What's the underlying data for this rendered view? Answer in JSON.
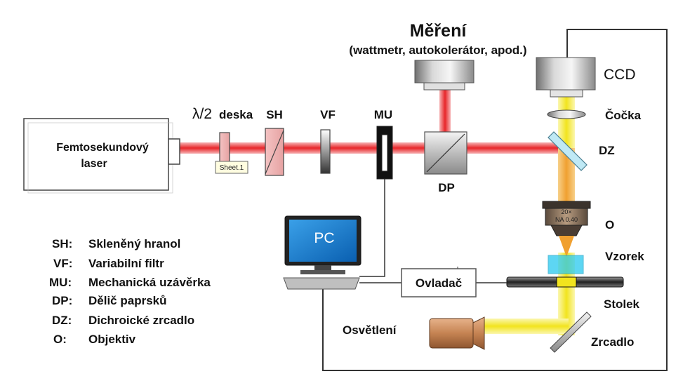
{
  "title": "Měření",
  "subtitle": "(wattmetr, autokolerátor, apod.)",
  "laser_label_line1": "Femtosekundový",
  "laser_label_line2": "laser",
  "components": {
    "waveplate_symbol": "λ/2",
    "waveplate_word": "deska",
    "sh": "SH",
    "vf": "VF",
    "mu": "MU",
    "dp": "DP",
    "ccd": "CCD",
    "cocka": "Čočka",
    "dz": "DZ",
    "o": "O",
    "vzorek": "Vzorek",
    "stolek": "Stolek",
    "zrcadlo": "Zrcadlo",
    "osvetleni": "Osvětlení",
    "ovladac": "Ovladač",
    "pc": "PC"
  },
  "tooltip": "Sheet.1",
  "objective_mag": "20×",
  "objective_na": "NA 0.40",
  "legend": [
    {
      "abbr": "SH:",
      "text": "Skleněný hranol"
    },
    {
      "abbr": "VF:",
      "text": "Variabilní filtr"
    },
    {
      "abbr": "MU:",
      "text": "Mechanická uzávěrka"
    },
    {
      "abbr": "DP:",
      "text": "Dělič paprsků"
    },
    {
      "abbr": "DZ:",
      "text": "Dichroické zrcadlo"
    },
    {
      "abbr": "O:",
      "text": "Objektiv"
    }
  ],
  "colors": {
    "laser_beam": "#e8262a",
    "yellow_beam": "#f3ea2c",
    "screen_blue": "#1177cc",
    "sample_cyan": "#26c6f0",
    "lamp_copper": "#c8885a"
  }
}
